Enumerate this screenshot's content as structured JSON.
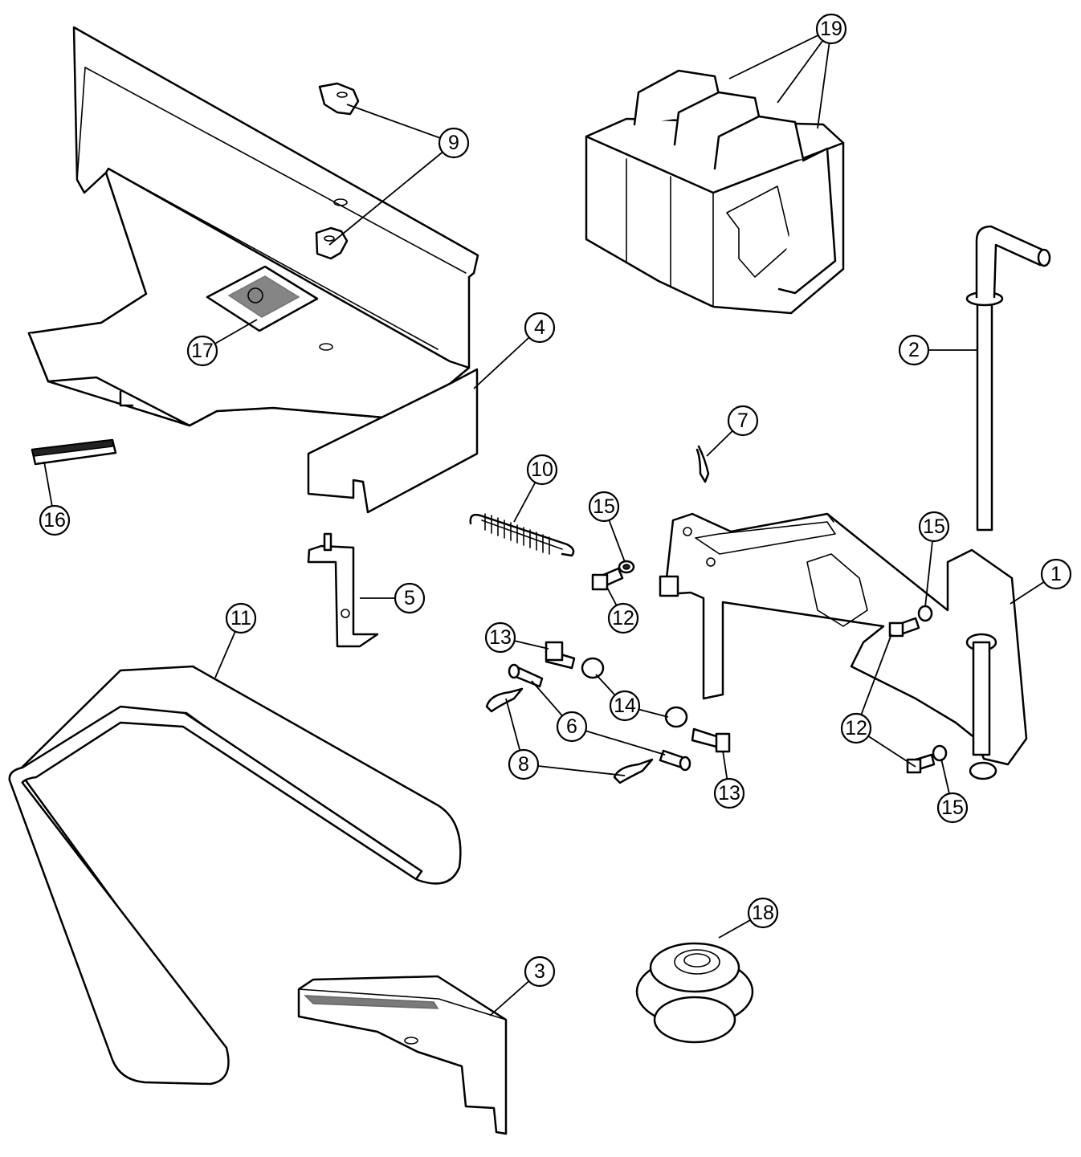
{
  "callouts": [
    {
      "id": "c1",
      "label": "1"
    },
    {
      "id": "c2",
      "label": "2"
    },
    {
      "id": "c3",
      "label": "3"
    },
    {
      "id": "c4",
      "label": "4"
    },
    {
      "id": "c5",
      "label": "5"
    },
    {
      "id": "c6",
      "label": "6"
    },
    {
      "id": "c7",
      "label": "7"
    },
    {
      "id": "c8",
      "label": "8"
    },
    {
      "id": "c9",
      "label": "9"
    },
    {
      "id": "c10",
      "label": "10"
    },
    {
      "id": "c11",
      "label": "11"
    },
    {
      "id": "c12a",
      "label": "12"
    },
    {
      "id": "c12b",
      "label": "12"
    },
    {
      "id": "c13a",
      "label": "13"
    },
    {
      "id": "c13b",
      "label": "13"
    },
    {
      "id": "c14",
      "label": "14"
    },
    {
      "id": "c15a",
      "label": "15"
    },
    {
      "id": "c15b",
      "label": "15"
    },
    {
      "id": "c15c",
      "label": "15"
    },
    {
      "id": "c16",
      "label": "16"
    },
    {
      "id": "c17",
      "label": "17"
    },
    {
      "id": "c18",
      "label": "18"
    },
    {
      "id": "c19",
      "label": "19"
    }
  ]
}
